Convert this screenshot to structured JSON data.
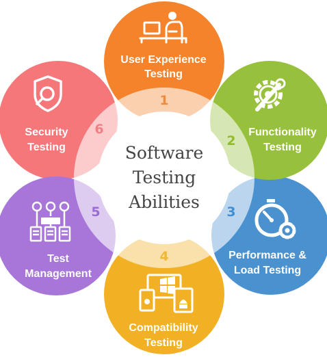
{
  "center": {
    "lines": [
      "Software",
      "Testing",
      "Abilities"
    ]
  },
  "segments": [
    {
      "number": "1",
      "lines": [
        "User Experience",
        "Testing"
      ],
      "color": "#f5832b",
      "number_color": "#ee8a3a",
      "icon": "laptop-user-icon"
    },
    {
      "number": "2",
      "lines": [
        "Functionality",
        "Testing"
      ],
      "color": "#97c03c",
      "number_color": "#8fbb2d",
      "icon": "gear-wrench-icon"
    },
    {
      "number": "3",
      "lines": [
        "Performance &",
        "Load Testing"
      ],
      "color": "#4a92cf",
      "number_color": "#3f8ed2",
      "icon": "stopwatch-gear-icon"
    },
    {
      "number": "4",
      "lines": [
        "Compatibility",
        "Testing"
      ],
      "color": "#f2b125",
      "number_color": "#f0b83a",
      "icon": "devices-icon"
    },
    {
      "number": "5",
      "lines": [
        "Test",
        "Management"
      ],
      "color": "#a776d8",
      "number_color": "#9b6cd3",
      "icon": "org-docs-icon"
    },
    {
      "number": "6",
      "lines": [
        "Security",
        "Testing"
      ],
      "color": "#f6777a",
      "number_color": "#f47d83",
      "icon": "shield-search-icon"
    }
  ]
}
